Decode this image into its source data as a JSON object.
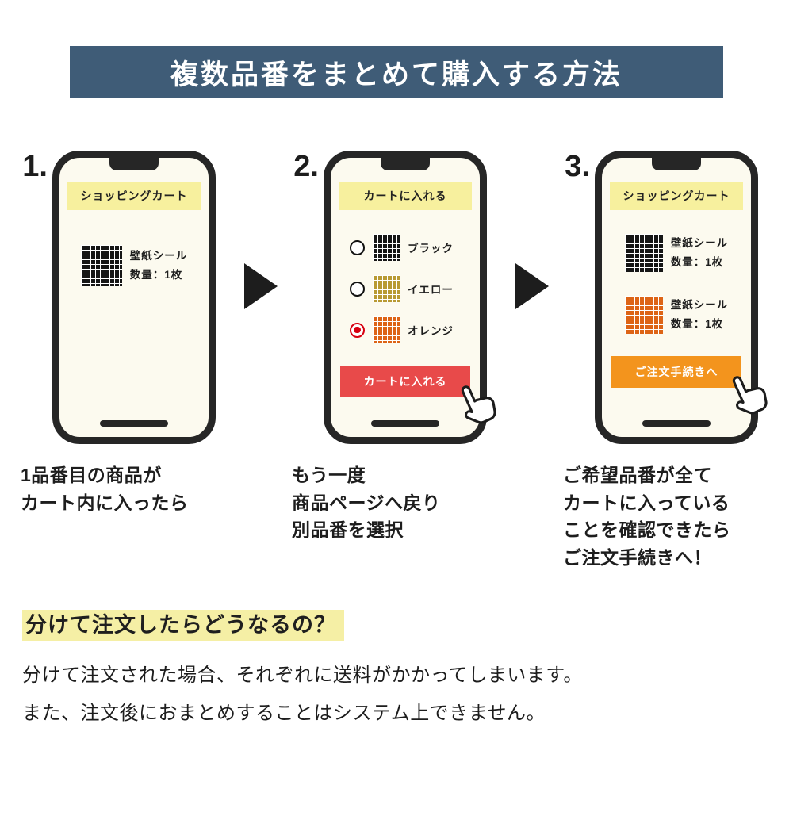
{
  "banner": {
    "title": "複数品番をまとめて購入する方法"
  },
  "colors": {
    "banner_bg": "#3f5c77",
    "phone_header_bg": "#f7f09e",
    "red_button": "#e84a4a",
    "orange_button": "#f3941d",
    "highlight": "#f5efa5",
    "swatch_black": "#161616",
    "swatch_yellow": "#b89a33",
    "swatch_orange": "#dd6416",
    "radio_selected": "#d7000f"
  },
  "steps": [
    {
      "number": "1.",
      "screen_title": "ショッピングカート",
      "items": [
        {
          "swatch": "black-grid-swatch",
          "line1": "壁紙シール",
          "line2": "数量：1枚"
        }
      ],
      "caption": [
        "1品番目の商品が",
        "カート内に入ったら"
      ]
    },
    {
      "number": "2.",
      "screen_title": "カートに入れる",
      "options": [
        {
          "swatch": "black-grid-swatch",
          "label": "ブラック",
          "selected": false
        },
        {
          "swatch": "yellow-grid-swatch",
          "label": "イエロー",
          "selected": false
        },
        {
          "swatch": "orange-grid-swatch",
          "label": "オレンジ",
          "selected": true
        }
      ],
      "button_label": "カートに入れる",
      "caption": [
        "もう一度",
        "商品ページへ戻り",
        "別品番を選択"
      ]
    },
    {
      "number": "3.",
      "screen_title": "ショッピングカート",
      "items": [
        {
          "swatch": "black-grid-swatch",
          "line1": "壁紙シール",
          "line2": "数量：1枚"
        },
        {
          "swatch": "orange-grid-swatch",
          "line1": "壁紙シール",
          "line2": "数量：1枚"
        }
      ],
      "button_label": "ご注文手続きへ",
      "caption": [
        "ご希望品番が全て",
        "カートに入っている",
        "ことを確認できたら",
        "ご注文手続きへ！"
      ]
    }
  ],
  "footer": {
    "heading": "分けて注文したらどうなるの？",
    "body": [
      "分けて注文された場合、それぞれに送料がかかってしまいます。",
      "また、注文後におまとめすることはシステム上できません。"
    ]
  }
}
